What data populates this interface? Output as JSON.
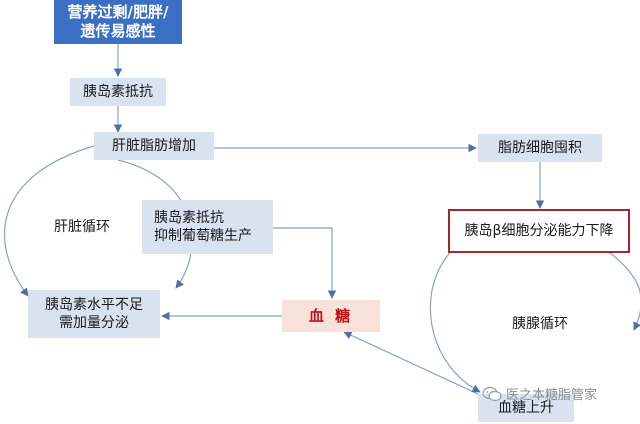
{
  "nodes": {
    "top_cause": "营养过剩/肥胖/\n遗传易感性",
    "insulin_resistance": "胰岛素抵抗",
    "liver_fat": "肝脏脂肪增加",
    "adipocyte": "脂肪细胞囤积",
    "beta_decline": "胰岛β细胞分泌能力下降",
    "insulin_inhibit": "胰岛素抵抗\n抑制葡萄糖生产",
    "insulin_low": "胰岛素水平不足\n需加量分泌",
    "blood_sugar": "血 糖",
    "sugar_rise": "血糖上升"
  },
  "labels": {
    "liver_cycle": "肝脏循环",
    "pancreas_cycle": "胰腺循环"
  },
  "watermark": {
    "icon": "wechat-icon",
    "text": "医之本糖脂管家"
  },
  "colors": {
    "dark_box": "#3b6fc4",
    "light_box": "#d9e2ef",
    "sugar_box": "#f8e1d9",
    "sugar_text": "#c0141a",
    "alert_border": "#a3282b",
    "arrow": "#4f6fa8"
  }
}
